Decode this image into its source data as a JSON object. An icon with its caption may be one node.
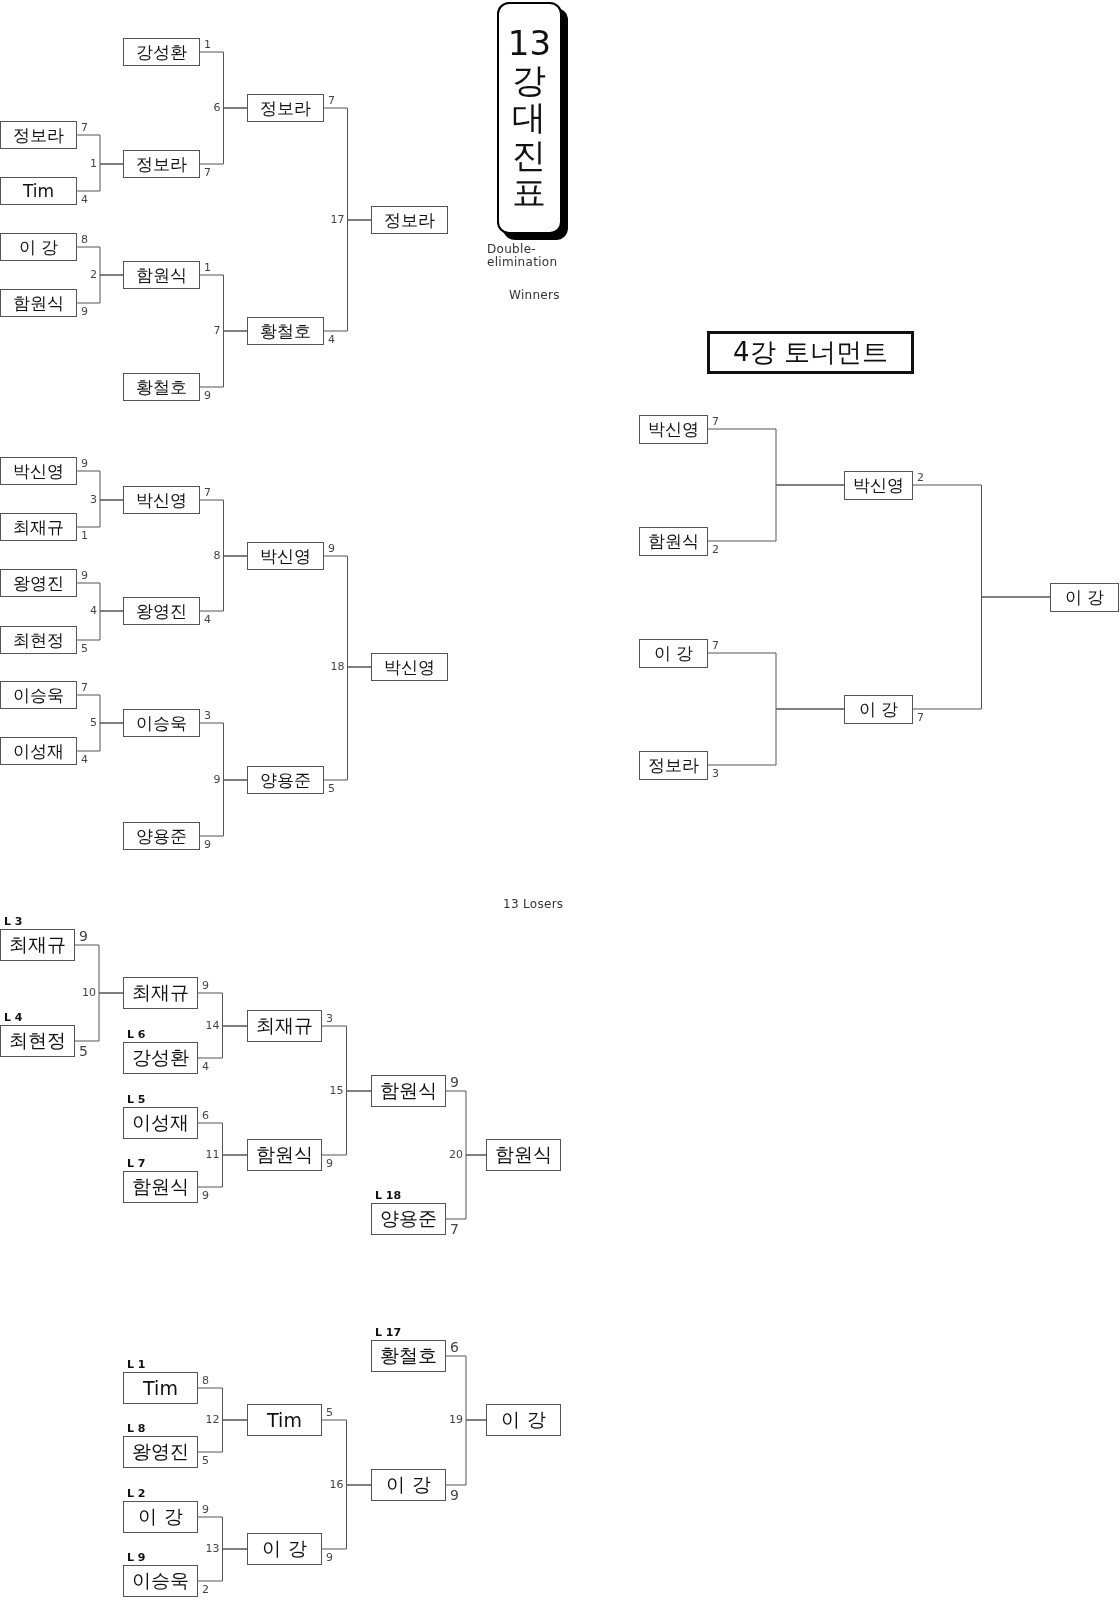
{
  "diagram": {
    "title": "13강대진표",
    "nodes": [
      {
        "text": [
          "강성환"
        ],
        "beside": [
          "1"
        ]
      },
      {
        "text": [
          "정보라"
        ],
        "beside": [
          "7"
        ]
      },
      {
        "text": [
          "정보라"
        ],
        "beside": [
          "7"
        ]
      },
      {
        "text": [
          "정보라"
        ],
        "beside": [
          "7"
        ]
      },
      {
        "text": [
          "Tim"
        ],
        "beside": [
          "4"
        ]
      },
      {
        "text": [
          "정보라"
        ]
      },
      {
        "text": [
          "이 강"
        ],
        "beside": [
          "8"
        ]
      },
      {
        "text": [
          "함원식"
        ],
        "beside": [
          "1"
        ]
      },
      {
        "text": [
          "함원식"
        ],
        "beside": [
          "9"
        ]
      },
      {
        "text": [
          "황철호"
        ],
        "beside": [
          "4"
        ]
      },
      {
        "text": [
          "황철호"
        ],
        "beside": [
          "9"
        ]
      },
      {
        "text": [
          "박신영"
        ],
        "beside": [
          "9"
        ]
      },
      {
        "text": [
          "박신영"
        ],
        "beside": [
          "7"
        ]
      },
      {
        "text": [
          "최재규"
        ],
        "beside": [
          "1"
        ]
      },
      {
        "text": [
          "박신영"
        ],
        "beside": [
          "9"
        ]
      },
      {
        "text": [
          "왕영진"
        ],
        "beside": [
          "9"
        ]
      },
      {
        "text": [
          "왕영진"
        ],
        "beside": [
          "4"
        ]
      },
      {
        "text": [
          "최현정"
        ],
        "beside": [
          "5"
        ]
      },
      {
        "text": [
          "박신영"
        ]
      },
      {
        "text": [
          "이승욱"
        ],
        "beside": [
          "7"
        ]
      },
      {
        "text": [
          "이승욱"
        ],
        "beside": [
          "3"
        ]
      },
      {
        "text": [
          "이성재"
        ],
        "beside": [
          "4"
        ]
      },
      {
        "text": [
          "양용준"
        ],
        "beside": [
          "5"
        ]
      },
      {
        "text": [
          "양용준"
        ],
        "beside": [
          "9"
        ]
      },
      {
        "text": [
          "박신영"
        ],
        "beside": [
          "7"
        ]
      },
      {
        "text": [
          "박신영"
        ],
        "beside": [
          "2"
        ]
      },
      {
        "text": [
          "함원식"
        ],
        "beside": [
          "2"
        ]
      },
      {
        "text": [
          "이 강"
        ]
      },
      {
        "text": [
          "이 강"
        ],
        "beside": [
          "7"
        ]
      },
      {
        "text": [
          "이 강"
        ],
        "beside": [
          "7"
        ]
      },
      {
        "text": [
          "정보라"
        ],
        "beside": [
          "3"
        ]
      },
      {
        "text": [
          "L 3",
          "최재규"
        ],
        "beside": [
          "9"
        ]
      },
      {
        "text": [
          "최재규"
        ],
        "beside": [
          "9"
        ]
      },
      {
        "text": [
          "L 4",
          "최현정"
        ],
        "beside": [
          "5"
        ]
      },
      {
        "text": [
          "최재규"
        ],
        "beside": [
          "3"
        ]
      },
      {
        "text": [
          "L 6",
          "강성환"
        ],
        "beside": [
          "4"
        ]
      },
      {
        "text": [
          "함원식"
        ],
        "beside": [
          "9"
        ]
      },
      {
        "text": [
          "L 5",
          "이성재"
        ],
        "beside": [
          "6"
        ]
      },
      {
        "text": [
          "함원식"
        ],
        "beside": [
          "9"
        ]
      },
      {
        "text": [
          "함원식"
        ]
      },
      {
        "text": [
          "L 7",
          "함원식"
        ],
        "beside": [
          "9"
        ]
      },
      {
        "text": [
          "L 18",
          "양용준"
        ],
        "beside": [
          "7"
        ]
      },
      {
        "text": [
          "L 17",
          "황철호"
        ],
        "beside": [
          "6"
        ]
      },
      {
        "text": [
          "L 1",
          "Tim"
        ],
        "beside": [
          "8"
        ]
      },
      {
        "text": [
          "Tim"
        ],
        "beside": [
          "5"
        ]
      },
      {
        "text": [
          "이 강"
        ]
      },
      {
        "text": [
          "L 8",
          "왕영진"
        ],
        "beside": [
          "5"
        ]
      },
      {
        "text": [
          "이 강"
        ],
        "beside": [
          "9"
        ]
      },
      {
        "text": [
          "L 2",
          "이 강"
        ],
        "beside": [
          "9"
        ]
      },
      {
        "text": [
          "이 강"
        ],
        "beside": [
          "9"
        ]
      },
      {
        "text": [
          "L 9",
          "이승욱"
        ],
        "beside": [
          "2"
        ]
      }
    ],
    "edges": [
      {
        "from": 0,
        "to": 1,
        "arrow": "none",
        "label": "6"
      },
      {
        "from": 3,
        "to": 1,
        "arrow": "none"
      },
      {
        "from": 2,
        "to": 3,
        "arrow": "none",
        "label": "1"
      },
      {
        "from": 4,
        "to": 3,
        "arrow": "none"
      },
      {
        "from": 1,
        "to": 5,
        "arrow": "none",
        "label": "17"
      },
      {
        "from": 9,
        "to": 5,
        "arrow": "none"
      },
      {
        "from": 6,
        "to": 7,
        "arrow": "none",
        "label": "2"
      },
      {
        "from": 8,
        "to": 7,
        "arrow": "none"
      },
      {
        "from": 7,
        "to": 9,
        "arrow": "none",
        "label": "7"
      },
      {
        "from": 10,
        "to": 9,
        "arrow": "none"
      },
      {
        "from": 11,
        "to": 12,
        "arrow": "none",
        "label": "3"
      },
      {
        "from": 13,
        "to": 12,
        "arrow": "none"
      },
      {
        "from": 12,
        "to": 14,
        "arrow": "none",
        "label": "8"
      },
      {
        "from": 16,
        "to": 14,
        "arrow": "none"
      },
      {
        "from": 15,
        "to": 16,
        "arrow": "none",
        "label": "4"
      },
      {
        "from": 17,
        "to": 16,
        "arrow": "none"
      },
      {
        "from": 14,
        "to": 18,
        "arrow": "none",
        "label": "18"
      },
      {
        "from": 22,
        "to": 18,
        "arrow": "none"
      },
      {
        "from": 19,
        "to": 20,
        "arrow": "none",
        "label": "5"
      },
      {
        "from": 21,
        "to": 20,
        "arrow": "none"
      },
      {
        "from": 20,
        "to": 22,
        "arrow": "none",
        "label": "9"
      },
      {
        "from": 23,
        "to": 22,
        "arrow": "none"
      },
      {
        "from": 24,
        "to": 25,
        "arrow": "none"
      },
      {
        "from": 26,
        "to": 25,
        "arrow": "none"
      },
      {
        "from": 25,
        "to": 27,
        "arrow": "none"
      },
      {
        "from": 29,
        "to": 27,
        "arrow": "none"
      },
      {
        "from": 28,
        "to": 29,
        "arrow": "none"
      },
      {
        "from": 30,
        "to": 29,
        "arrow": "none"
      },
      {
        "from": 31,
        "to": 32,
        "arrow": "none",
        "label": "10"
      },
      {
        "from": 33,
        "to": 32,
        "arrow": "none"
      },
      {
        "from": 32,
        "to": 34,
        "arrow": "none",
        "label": "14"
      },
      {
        "from": 35,
        "to": 34,
        "arrow": "none"
      },
      {
        "from": 34,
        "to": 36,
        "arrow": "none",
        "label": "15"
      },
      {
        "from": 38,
        "to": 36,
        "arrow": "none"
      },
      {
        "from": 37,
        "to": 38,
        "arrow": "none",
        "label": "11"
      },
      {
        "from": 40,
        "to": 38,
        "arrow": "none"
      },
      {
        "from": 36,
        "to": 39,
        "arrow": "none",
        "label": "20"
      },
      {
        "from": 41,
        "to": 39,
        "arrow": "none"
      },
      {
        "from": 42,
        "to": 45,
        "arrow": "none",
        "label": "19"
      },
      {
        "from": 47,
        "to": 45,
        "arrow": "none"
      },
      {
        "from": 43,
        "to": 44,
        "arrow": "none",
        "label": "12"
      },
      {
        "from": 46,
        "to": 44,
        "arrow": "none"
      },
      {
        "from": 44,
        "to": 47,
        "arrow": "none",
        "label": "16"
      },
      {
        "from": 49,
        "to": 47,
        "arrow": "none"
      },
      {
        "from": 48,
        "to": 49,
        "arrow": "none",
        "label": "13"
      },
      {
        "from": 50,
        "to": 49,
        "arrow": "none"
      }
    ],
    "labels": [
      "Double-elimination",
      "Winners",
      "4강 토너먼트",
      "13 Losers"
    ]
  }
}
